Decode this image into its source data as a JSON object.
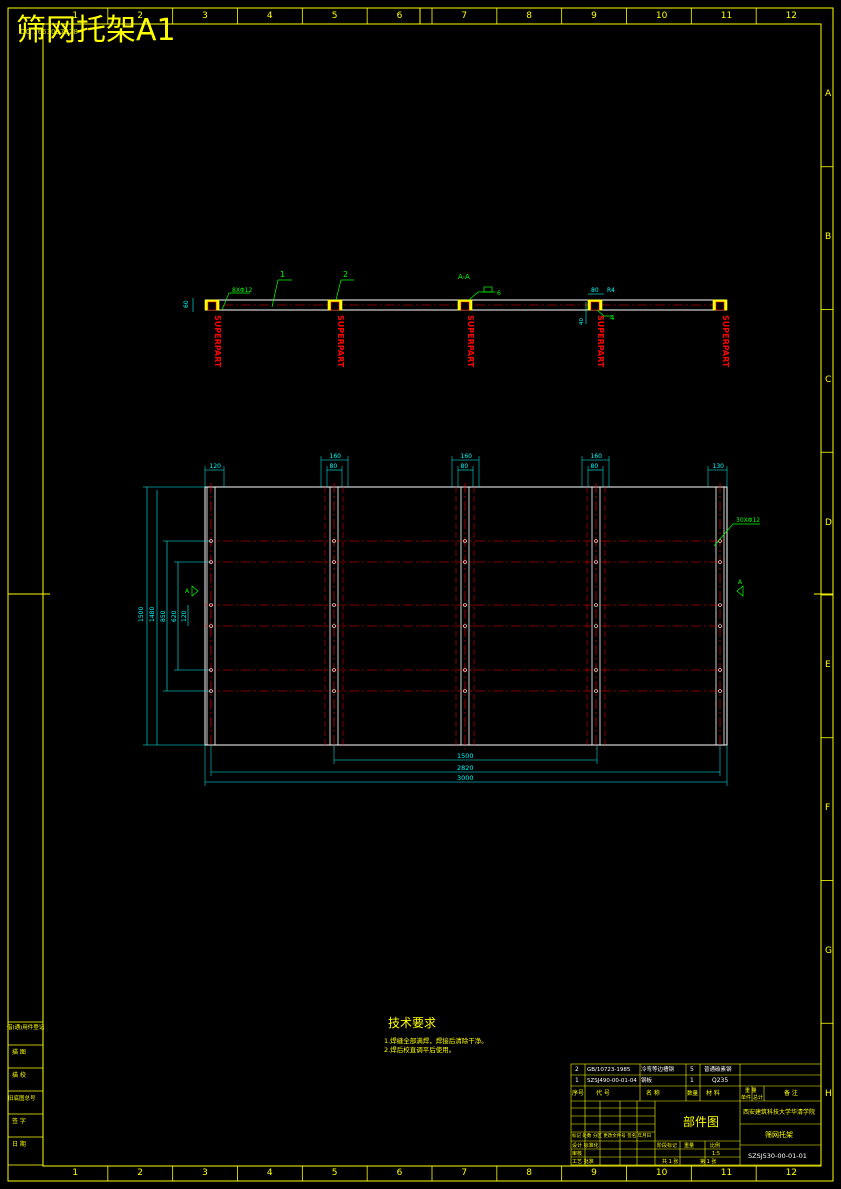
{
  "title": "筛网托架A1",
  "title_subtext": "QQ 1663097828",
  "colors": {
    "background": "#000000",
    "frame": "#ffff00",
    "dimension": "#00ffff",
    "centerline": "#ff0000",
    "leader": "#00ff00",
    "outline": "#ffffff",
    "part_label": "#ff0000"
  },
  "grid": {
    "columns": [
      "1",
      "2",
      "3",
      "4",
      "5",
      "6",
      "7",
      "8",
      "9",
      "10",
      "11",
      "12"
    ],
    "rows": [
      "A",
      "B",
      "C",
      "D",
      "E",
      "F",
      "G",
      "H"
    ]
  },
  "section_view": {
    "section_label": "A-A",
    "callouts": [
      "1",
      "2",
      "4"
    ],
    "weld_symbol_number": "6",
    "hole_note": "8XΦ12",
    "dims": {
      "height": "60",
      "width_top": "80",
      "radius": "R4",
      "side": "40",
      "small": "4"
    },
    "part_tags": [
      "SUPERPART",
      "SUPERPART",
      "SUPERPART",
      "SUPERPART",
      "SUPERPART"
    ]
  },
  "plan_view": {
    "top_dims": [
      "120",
      "160",
      "80",
      "160",
      "80",
      "160",
      "80",
      "130"
    ],
    "bottom_dims": [
      "1500",
      "2820",
      "3000"
    ],
    "left_dims": [
      "1500",
      "1480",
      "850",
      "620",
      "120"
    ],
    "hole_note": "30XΦ12",
    "section_marks": [
      "A",
      "A"
    ]
  },
  "tech_requirements": {
    "heading": "技术要求",
    "items": [
      "1.焊缝全部满焊，焊接后清除干净。",
      "2.焊后校直调平后使用。"
    ]
  },
  "left_stamp": [
    "借(通)用件登记",
    "描 图",
    "描 校",
    "旧底图总号",
    "签 字",
    "日 期"
  ],
  "title_block": {
    "bom_rows": [
      {
        "no": "2",
        "code": "GB/10723-1985",
        "name": "冷弯等边槽钢",
        "qty": "5",
        "material": "普通碳素钢"
      },
      {
        "no": "1",
        "code": "SZSJ490-00-01-04",
        "name": "钢板",
        "qty": "1",
        "material": "Q235"
      }
    ],
    "bom_headers": [
      "序号",
      "代 号",
      "名 称",
      "数量",
      "材 料",
      "单件",
      "总计",
      "备 注"
    ],
    "weight_header": "重 量",
    "drawing_type": "部件图",
    "school": "西安建筑科技大学华清学院",
    "part_name": "筛网托架",
    "drawing_number": "SZSJ530-00-01-01",
    "sign_rows": [
      "标记 处数 分区 更改文件号 签名 年月日",
      "设计 标准化",
      "审核",
      "工艺 批准"
    ],
    "stage_labels": [
      "阶段标记",
      "重量",
      "比例"
    ],
    "sheet_labels": [
      "共 1 张",
      "第 1 张"
    ],
    "scale": "1:5"
  }
}
